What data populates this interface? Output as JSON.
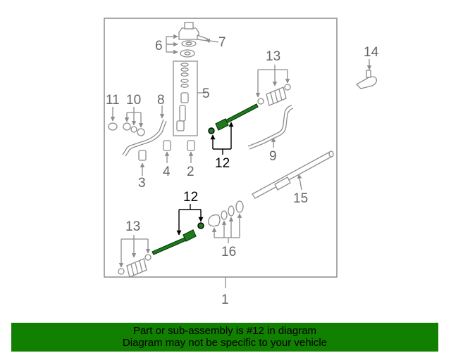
{
  "callouts": {
    "c1": "1",
    "c2": "2",
    "c3": "3",
    "c4": "4",
    "c5": "5",
    "c6": "6",
    "c7": "7",
    "c8": "8",
    "c9": "9",
    "c10": "10",
    "c11": "11",
    "c12a": "12",
    "c12b": "12",
    "c13a": "13",
    "c13b": "13",
    "c14": "14",
    "c15": "15",
    "c16": "16"
  },
  "banner": {
    "line1": "Part or sub-assembly is #12 in diagram",
    "line2": "Diagram may not be specific to your vehicle"
  },
  "colors": {
    "highlight": "#1f7a1f",
    "banner_background": "#118000",
    "linework": "#8c8c8c"
  }
}
